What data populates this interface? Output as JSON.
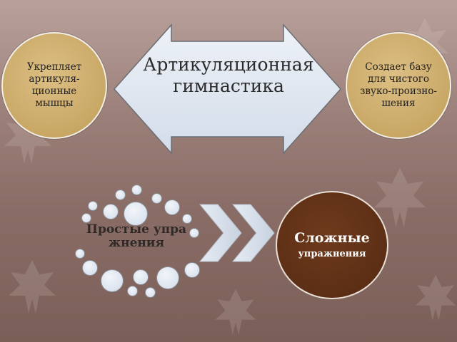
{
  "main_arrow": {
    "text": "Артикуляционная гимнастика"
  },
  "left_circle": {
    "text": "Укрепляет артикуля-ционные мышцы"
  },
  "right_circle": {
    "text": "Создает базу для чистого звуко-произно-шения"
  },
  "simple_exercises": {
    "text": "Простые упражнения"
  },
  "complex_exercises": {
    "title": "Сложные",
    "subtitle": "упражнения"
  },
  "colors": {
    "background": "#9a7f78",
    "tan_circle": "#c9a866",
    "brown_circle": "#5a2d14",
    "arrow_fill": "#dce4ef"
  }
}
